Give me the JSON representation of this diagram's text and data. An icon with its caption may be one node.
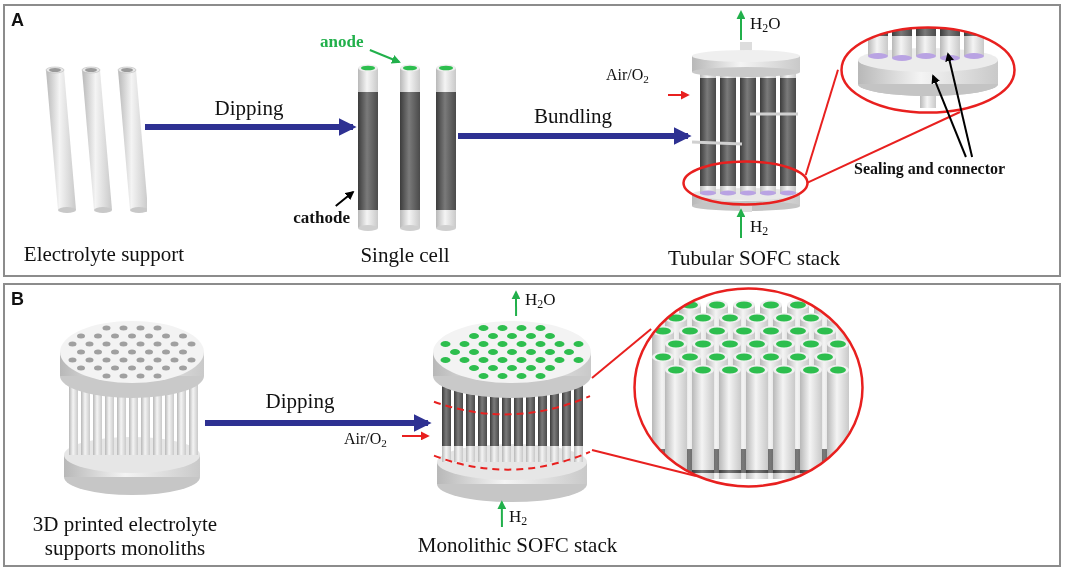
{
  "diagram": {
    "nodes": [
      {
        "text": [
          "A"
        ]
      },
      {
        "text": [],
        "shape": "picture",
        "in": 0
      },
      {
        "text": [],
        "shape": "picture",
        "in": 0
      },
      {
        "text": [
          "anode"
        ],
        "in": 0
      },
      {
        "text": [
          "cathode"
        ],
        "in": 0
      },
      {
        "text": [],
        "shape": "picture",
        "in": 0
      },
      {
        "text": [
          "Air/O$_{2}$"
        ],
        "in": 0
      },
      {
        "text": [
          "H$_{2}$O"
        ],
        "in": 0
      },
      {
        "text": [
          "H$_{2}$"
        ],
        "in": 0
      },
      {
        "text": [],
        "shape": "circle",
        "in": 0
      },
      {
        "text": [],
        "shape": "circle",
        "in": 0
      },
      {
        "text": [
          "Sealing and connector"
        ],
        "in": 0
      },
      {
        "text": [
          "B"
        ]
      },
      {
        "text": [],
        "shape": "picture",
        "in": 12
      },
      {
        "text": [],
        "shape": "picture",
        "in": 12
      },
      {
        "text": [
          "Air/O$_{2}$"
        ],
        "in": 12
      },
      {
        "text": [
          "H$_{2}$O"
        ],
        "in": 12
      },
      {
        "text": [
          "H$_{2}$"
        ],
        "in": 12
      },
      {
        "text": [],
        "shape": "circle",
        "in": 12
      }
    ],
    "edges": [
      {
        "from": 1,
        "to": 2,
        "arrow": "to",
        "label": "Dipping",
        "style": "thick",
        "color": "#2e3192"
      },
      {
        "from": 2,
        "to": 5,
        "arrow": "to",
        "label": "Bundling",
        "style": "thick",
        "color": "#2e3192"
      },
      {
        "from": 3,
        "to": 2,
        "arrow": "to",
        "color": "#21b04b"
      },
      {
        "from": 4,
        "to": 2,
        "arrow": "to",
        "color": "#000000"
      },
      {
        "from": 6,
        "to": 5,
        "arrow": "to",
        "color": "#e8201f"
      },
      {
        "from": 5,
        "to": 7,
        "arrow": "to",
        "color": "#21b04b"
      },
      {
        "from": 8,
        "to": 5,
        "arrow": "to",
        "color": "#21b04b"
      },
      {
        "from": 9,
        "to": 10,
        "arrow": "none",
        "color": "#e8201f"
      },
      {
        "from": 9,
        "to": 10,
        "arrow": "none",
        "color": "#e8201f"
      },
      {
        "from": 11,
        "to": 10,
        "arrow": "to",
        "color": "#000000"
      },
      {
        "from": 11,
        "to": 10,
        "arrow": "to",
        "color": "#000000"
      },
      {
        "from": 13,
        "to": 14,
        "arrow": "to",
        "label": "Dipping",
        "style": "thick",
        "color": "#2e3192"
      },
      {
        "from": 15,
        "to": 14,
        "arrow": "to",
        "color": "#e8201f"
      },
      {
        "from": 14,
        "to": 16,
        "arrow": "to",
        "color": "#21b04b"
      },
      {
        "from": 17,
        "to": 14,
        "arrow": "to",
        "color": "#21b04b"
      },
      {
        "from": 14,
        "to": 18,
        "arrow": "none",
        "color": "#e8201f"
      },
      {
        "from": 14,
        "to": 18,
        "arrow": "none",
        "color": "#e8201f"
      }
    ],
    "labels": [
      "Electrolyte support",
      "Single cell",
      "Tubular SOFC stack",
      "3D printed electrolyte supports monoliths",
      "Monolithic SOFC stack"
    ]
  }
}
